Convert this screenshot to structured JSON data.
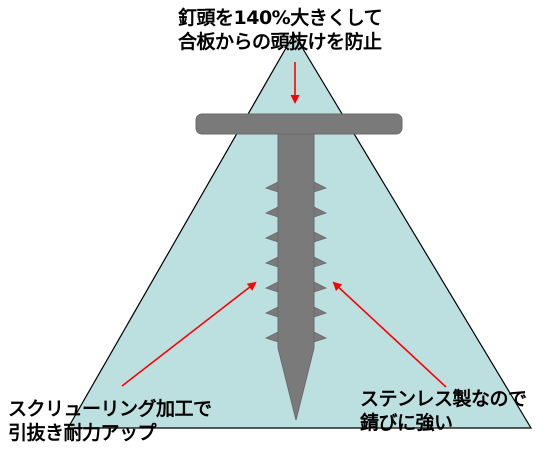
{
  "colors": {
    "triangle_fill": "#bcdfe0",
    "outline": "#000000",
    "nail": "#7a7a7a",
    "nail_edge": "#6a6a6a",
    "arrow": "#ff0000",
    "text": "#000000"
  },
  "annotations": {
    "head": {
      "line1": "釘頭を140%大きくして",
      "line2": "合板からの頭抜けを防止"
    },
    "ring_shank": {
      "line1": "スクリューリング加工で",
      "line2": "引抜き耐力アップ"
    },
    "stainless": {
      "line1": "ステンレス製なので",
      "line2": "錆びに強い"
    }
  }
}
